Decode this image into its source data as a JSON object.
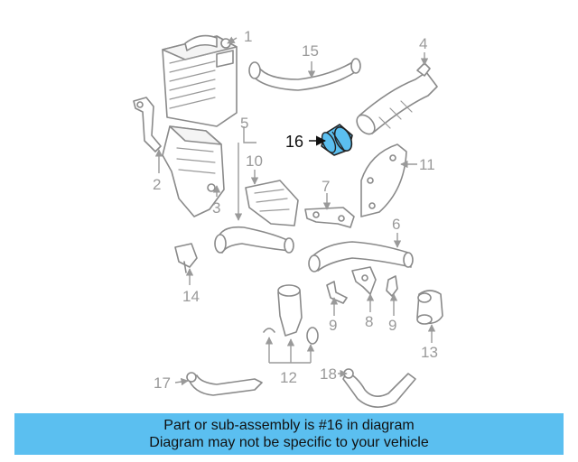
{
  "diagram": {
    "highlight_color": "#5bbff0",
    "labels": {
      "p1": "1",
      "p2": "2",
      "p3": "3",
      "p4": "4",
      "p5": "5",
      "p6": "6",
      "p7": "7",
      "p8": "8",
      "p9a": "9",
      "p9b": "9",
      "p10": "10",
      "p11": "11",
      "p12": "12",
      "p13": "13",
      "p14": "14",
      "p15": "15",
      "p16": "16",
      "p17": "17",
      "p18": "18"
    }
  },
  "banner": {
    "line1": "Part or sub-assembly is #16 in diagram",
    "line2": "Diagram may not be specific to your vehicle",
    "color": "#5bbff0"
  }
}
